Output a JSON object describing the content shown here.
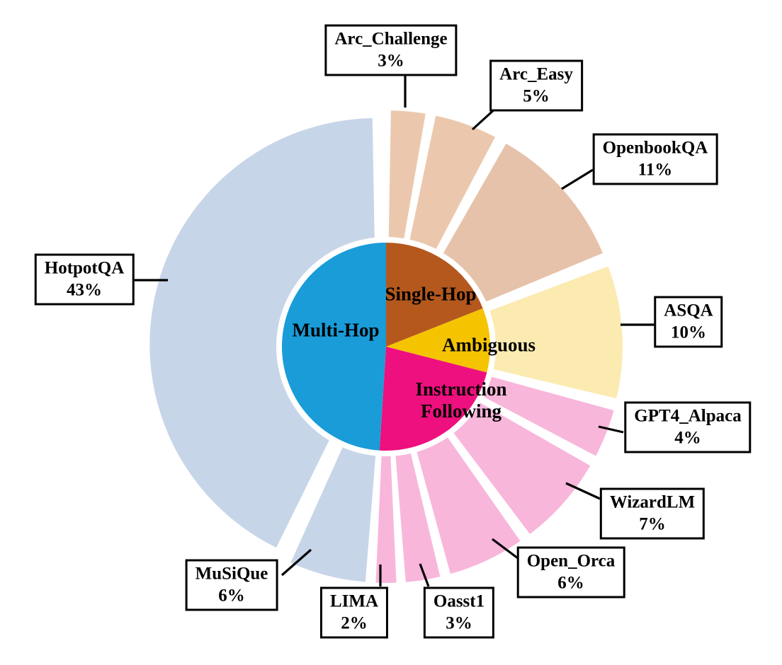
{
  "chart_data": {
    "type": "pie",
    "variant": "two-ring-sunburst",
    "title": "",
    "legend": "none",
    "background_color": "#FFFFFF",
    "start_angle": "12-oclock-clockwise",
    "total": 100,
    "inner_ring": [
      {
        "label": "Single-Hop",
        "value": 19,
        "color": "#B4581E"
      },
      {
        "label": "Ambiguous",
        "value": 10,
        "color": "#F5C400"
      },
      {
        "label": "Instruction Following",
        "value": 22,
        "color": "#EE107E"
      },
      {
        "label": "Multi-Hop",
        "value": 49,
        "color": "#199CD8"
      }
    ],
    "outer_ring": [
      {
        "label": "Arc_Challenge",
        "pct": "3%",
        "value": 3,
        "category": "Single-Hop",
        "color": "#EBC8AD"
      },
      {
        "label": "Arc_Easy",
        "pct": "5%",
        "value": 5,
        "category": "Single-Hop",
        "color": "#EBC8AD"
      },
      {
        "label": "OpenbookQA",
        "pct": "11%",
        "value": 11,
        "category": "Single-Hop",
        "color": "#E6C2AA"
      },
      {
        "label": "ASQA",
        "pct": "10%",
        "value": 10,
        "category": "Ambiguous",
        "color": "#FBEBB1"
      },
      {
        "label": "GPT4_Alpaca",
        "pct": "4%",
        "value": 4,
        "category": "Instruction Following",
        "color": "#F8B6DB"
      },
      {
        "label": "WizardLM",
        "pct": "7%",
        "value": 7,
        "category": "Instruction Following",
        "color": "#F8B6DB"
      },
      {
        "label": "Open_Orca",
        "pct": "6%",
        "value": 6,
        "category": "Instruction Following",
        "color": "#F8B6DB"
      },
      {
        "label": "Oasst1",
        "pct": "3%",
        "value": 3,
        "category": "Instruction Following",
        "color": "#F8B6DB"
      },
      {
        "label": "LIMA",
        "pct": "2%",
        "value": 2,
        "category": "Instruction Following",
        "color": "#F8B6DB"
      },
      {
        "label": "MuSiQue",
        "pct": "6%",
        "value": 6,
        "category": "Multi-Hop",
        "color": "#C7D5E9"
      },
      {
        "label": "HotpotQA",
        "pct": "43%",
        "value": 43,
        "category": "Multi-Hop",
        "color": "#C7D5E9"
      }
    ]
  }
}
